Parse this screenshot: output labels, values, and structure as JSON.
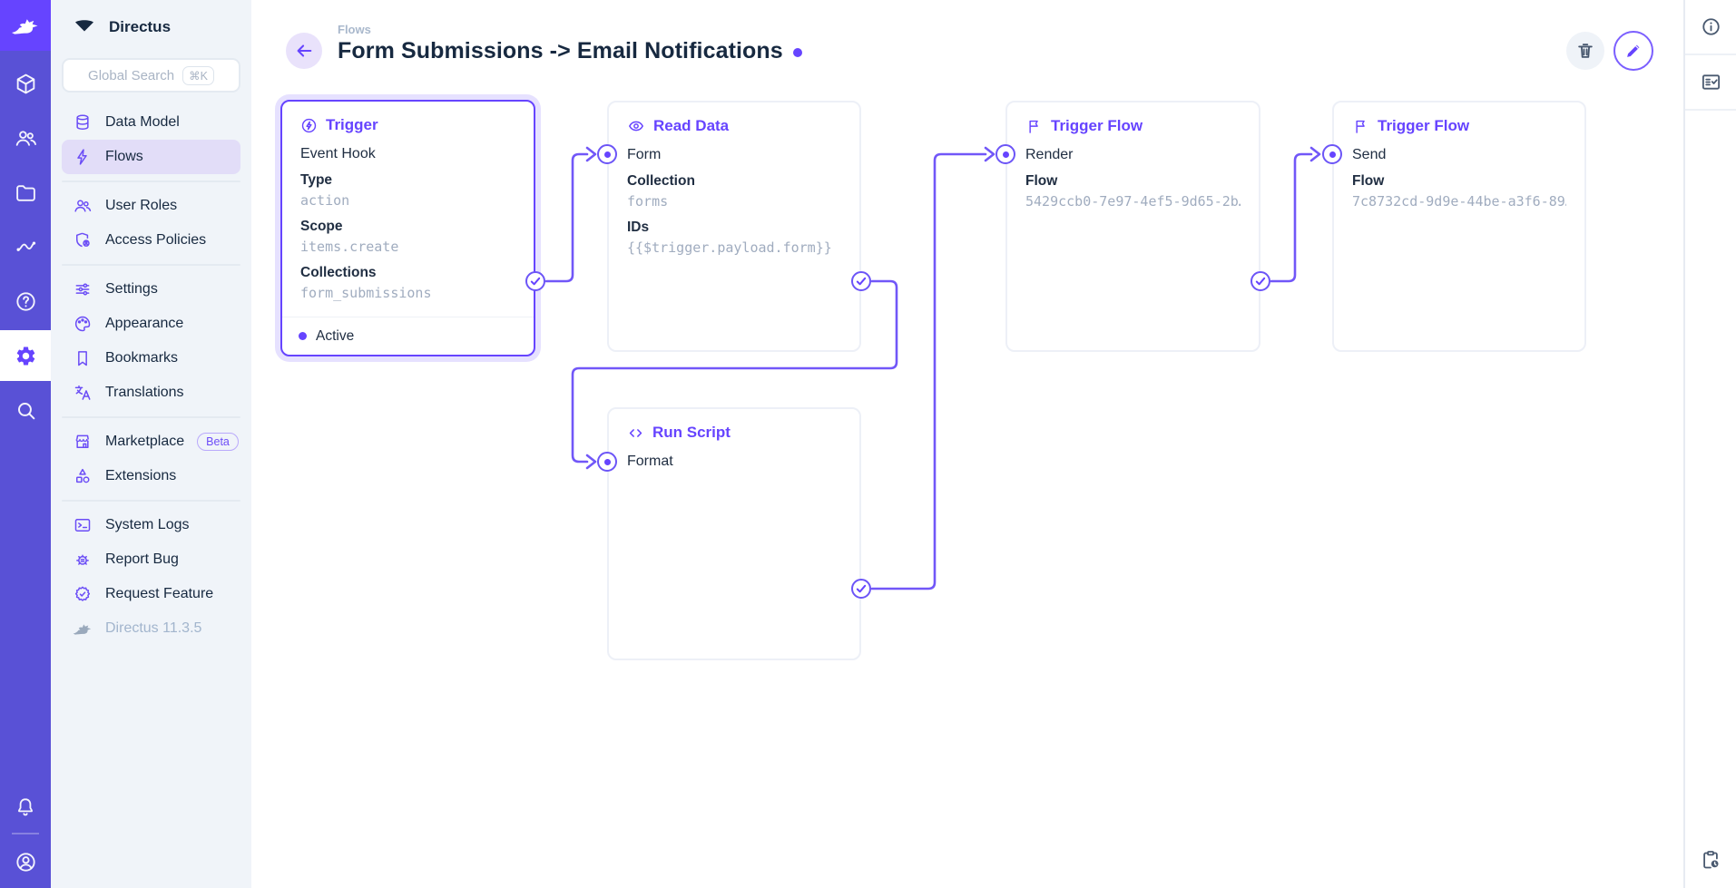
{
  "colors": {
    "accent": "#6644FF",
    "module_bar_bg": "#5951D6",
    "logo_bg": "#6644FF",
    "sidebar_bg": "#F0F4F9",
    "active_nav_bg": "#E2DDF8",
    "text_dark": "#172940",
    "text_muted": "#A2B5CD",
    "mono_value": "#A0ACBF",
    "connector_line": "#7157F8"
  },
  "module_bar": {
    "modules": [
      "content",
      "users",
      "files",
      "insights",
      "help",
      "settings",
      "search"
    ],
    "active_module": "settings",
    "bottom": [
      "notifications",
      "account"
    ]
  },
  "sidebar": {
    "project_name": "Directus",
    "search": {
      "placeholder": "Global Search",
      "shortcut": "⌘K"
    },
    "active_item": "Flows",
    "sections": [
      {
        "items": [
          {
            "label": "Data Model"
          },
          {
            "label": "Flows"
          }
        ]
      },
      {
        "items": [
          {
            "label": "User Roles"
          },
          {
            "label": "Access Policies"
          }
        ]
      },
      {
        "items": [
          {
            "label": "Settings"
          },
          {
            "label": "Appearance"
          },
          {
            "label": "Bookmarks"
          },
          {
            "label": "Translations"
          }
        ]
      },
      {
        "items": [
          {
            "label": "Marketplace",
            "badge": "Beta"
          },
          {
            "label": "Extensions"
          }
        ]
      },
      {
        "items": [
          {
            "label": "System Logs"
          },
          {
            "label": "Report Bug"
          },
          {
            "label": "Request Feature"
          }
        ]
      }
    ],
    "version": "Directus 11.3.5"
  },
  "header": {
    "breadcrumb": "Flows",
    "title": "Form Submissions -> Email Notifications"
  },
  "flow": {
    "cards": [
      {
        "type": "Trigger",
        "subtitle": "Event Hook",
        "status": "Active",
        "selected": true,
        "fields": [
          {
            "label": "Type",
            "value": "action"
          },
          {
            "label": "Scope",
            "value": "items.create"
          },
          {
            "label": "Collections",
            "value": "form_submissions"
          }
        ]
      },
      {
        "type": "Read Data",
        "name": "Form",
        "fields": [
          {
            "label": "Collection",
            "value": "forms"
          },
          {
            "label": "IDs",
            "value": "{{$trigger.payload.form}}"
          }
        ]
      },
      {
        "type": "Trigger Flow",
        "name": "Render",
        "fields": [
          {
            "label": "Flow",
            "value": "5429ccb0-7e97-4ef5-9d65-2b…"
          }
        ]
      },
      {
        "type": "Trigger Flow",
        "name": "Send",
        "fields": [
          {
            "label": "Flow",
            "value": "7c8732cd-9d9e-44be-a3f6-89…"
          }
        ]
      },
      {
        "type": "Run Script",
        "name": "Format",
        "fields": []
      }
    ]
  }
}
